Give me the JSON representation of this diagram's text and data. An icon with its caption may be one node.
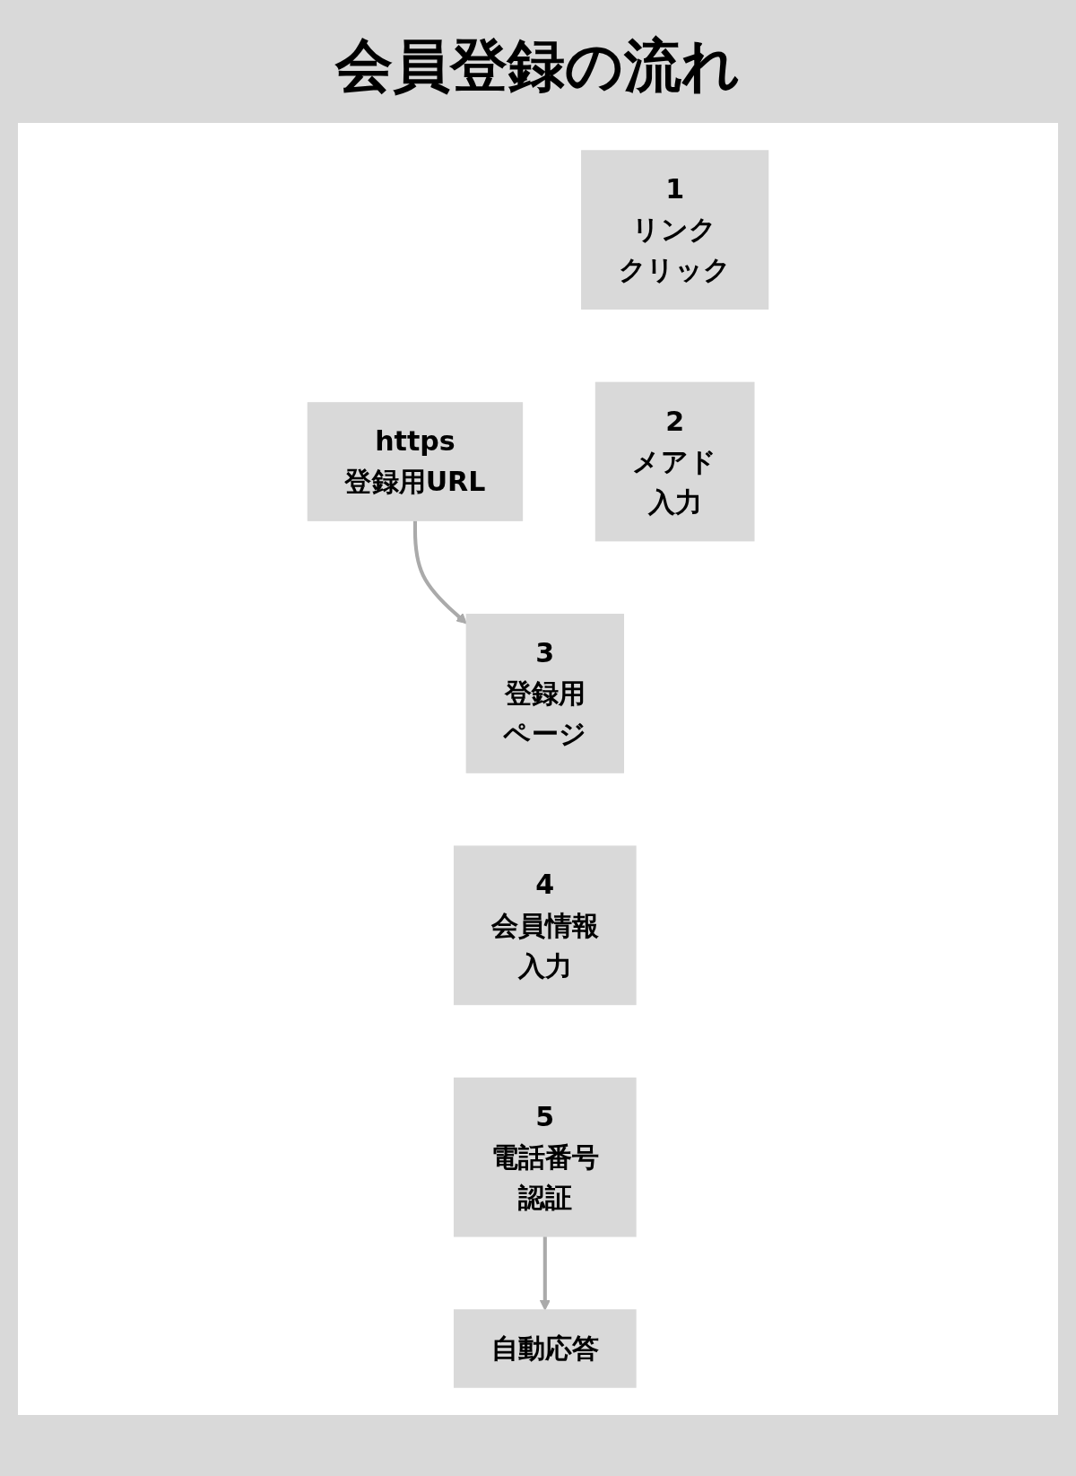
{
  "diagram": {
    "title": "会員登録の流れ",
    "nodes": [
      {
        "text": [
          "1",
          "リンク",
          "クリック"
        ]
      },
      {
        "text": [
          "2",
          "メアド",
          "入力"
        ]
      },
      {
        "text": [
          "3",
          "登録用",
          "ページ"
        ]
      },
      {
        "text": [
          "4",
          "会員情報",
          "入力"
        ]
      },
      {
        "text": [
          "5",
          "電話番号",
          "認証"
        ]
      },
      {
        "text": [
          "https",
          "登録用URL"
        ]
      },
      {
        "text": [
          "自動応答"
        ]
      }
    ],
    "edges": [
      {
        "from": 5,
        "to": 2,
        "arrow": "to"
      },
      {
        "from": 4,
        "to": 6,
        "arrow": "to"
      }
    ]
  }
}
